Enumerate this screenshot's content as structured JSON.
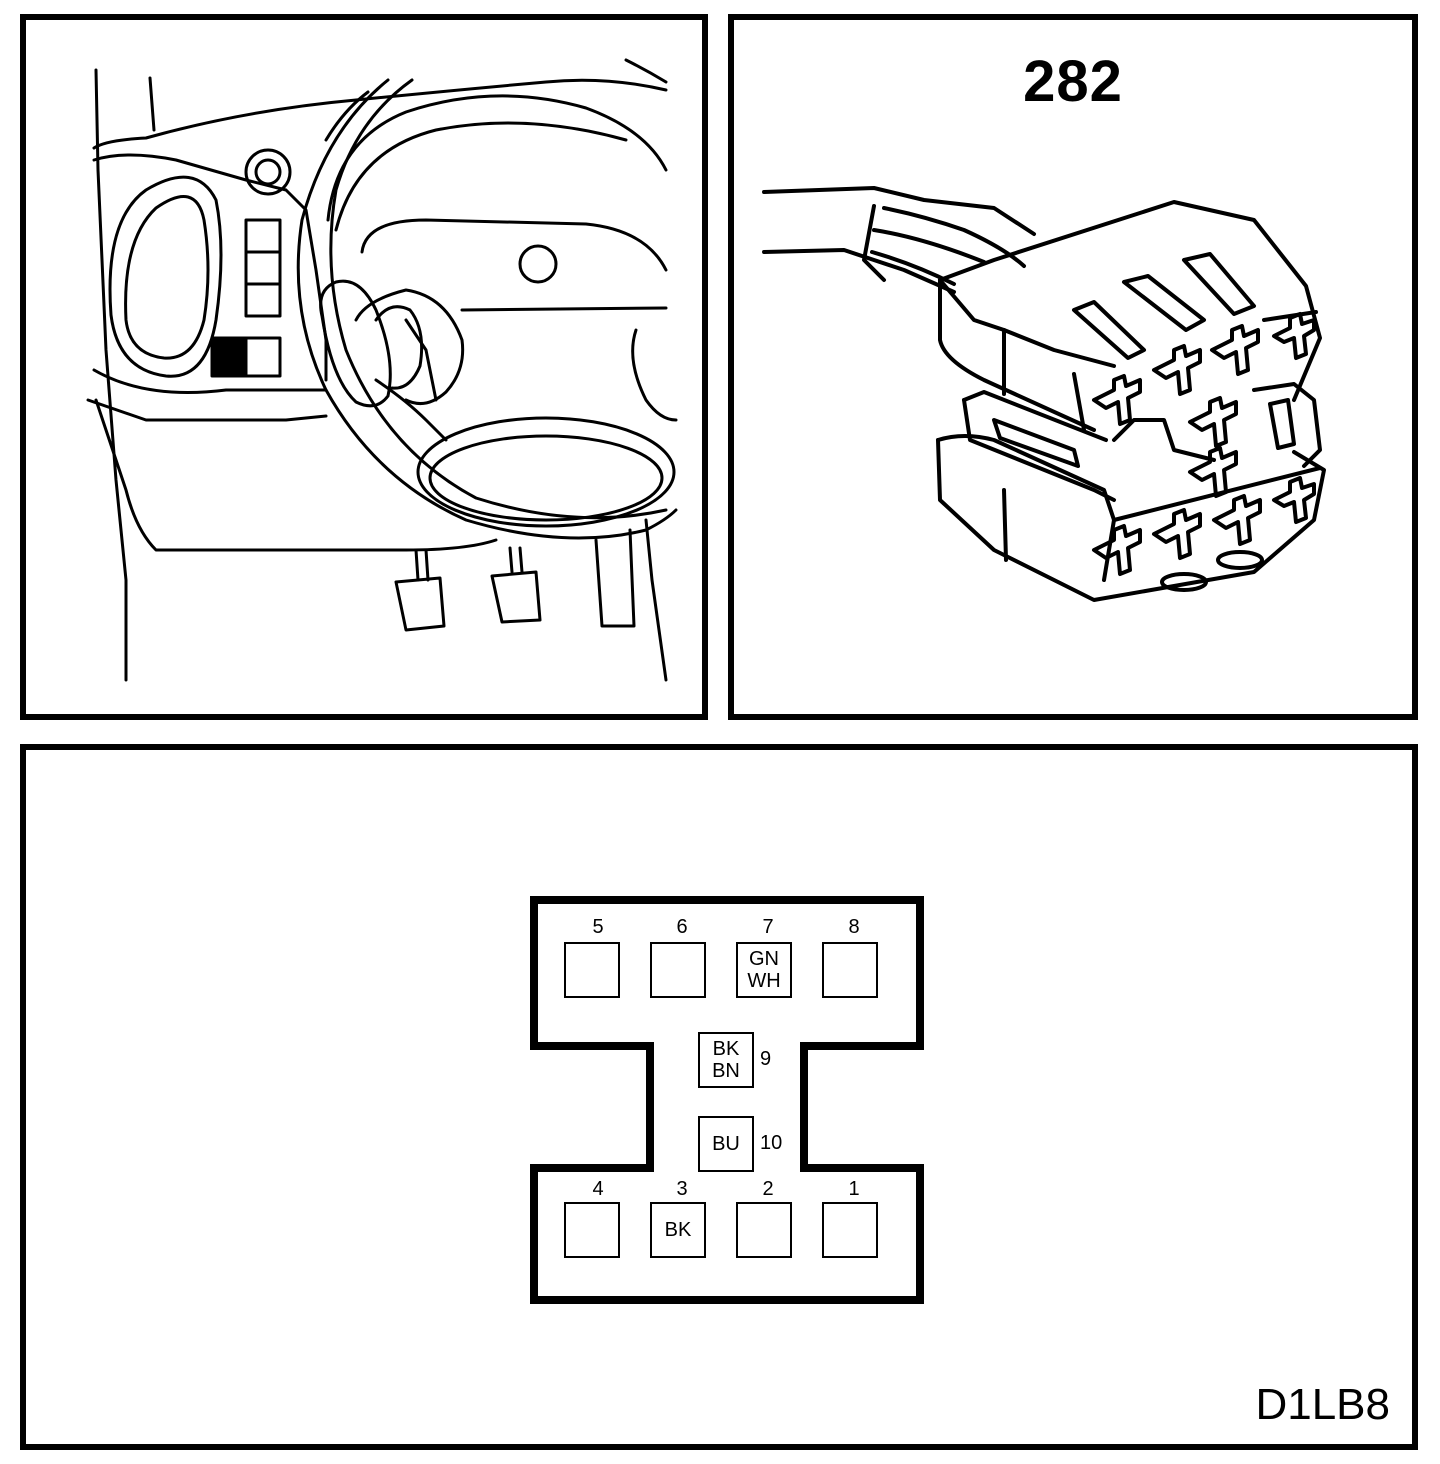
{
  "connector": {
    "number": "282",
    "figure_code": "D1LB8"
  },
  "pins": [
    {
      "id": "5",
      "colors": []
    },
    {
      "id": "6",
      "colors": []
    },
    {
      "id": "7",
      "colors": [
        "GN",
        "WH"
      ]
    },
    {
      "id": "8",
      "colors": []
    },
    {
      "id": "9",
      "colors": [
        "BK",
        "BN"
      ]
    },
    {
      "id": "10",
      "colors": [
        "BU"
      ]
    },
    {
      "id": "4",
      "colors": []
    },
    {
      "id": "3",
      "colors": [
        "BK"
      ]
    },
    {
      "id": "2",
      "colors": []
    },
    {
      "id": "1",
      "colors": []
    }
  ]
}
